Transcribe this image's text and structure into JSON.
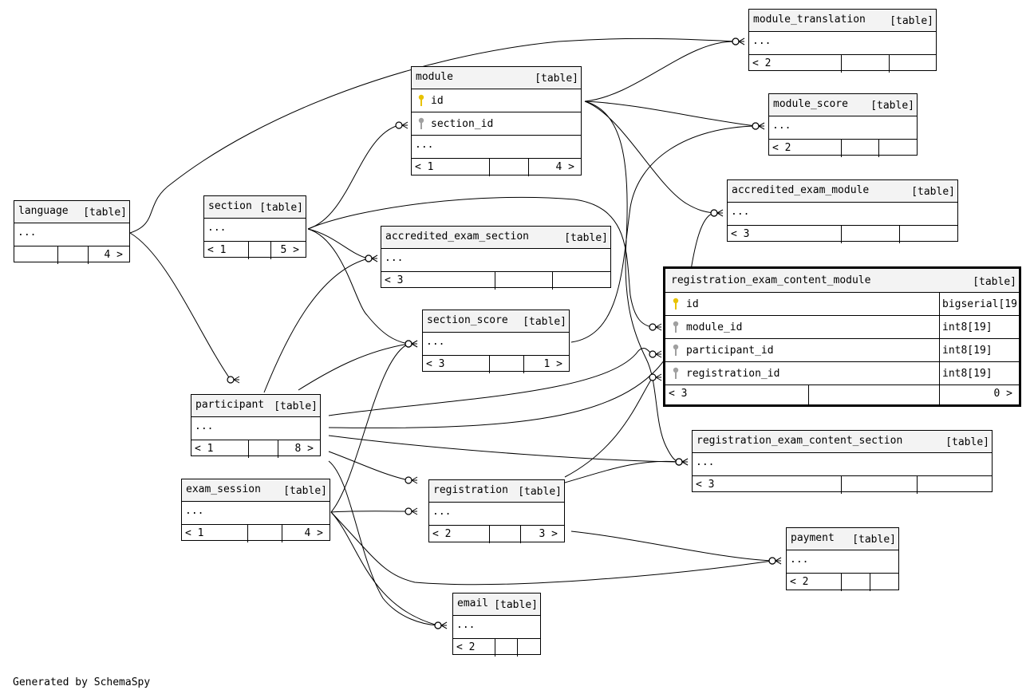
{
  "diagram": {
    "tag": "[table]",
    "ellipsis": "...",
    "footer_note": "Generated by SchemaSpy",
    "key_colors": {
      "primary": "#e8c200",
      "foreign": "#a0a0a0"
    },
    "tables": {
      "module_translation": {
        "name": "module_translation",
        "parents": "< 2",
        "children": ""
      },
      "module": {
        "name": "module",
        "parents": "< 1",
        "children": "4 >",
        "columns": [
          {
            "name": "id",
            "key": "primary"
          },
          {
            "name": "section_id",
            "key": "foreign"
          }
        ]
      },
      "module_score": {
        "name": "module_score",
        "parents": "< 2",
        "children": ""
      },
      "accredited_exam_module": {
        "name": "accredited_exam_module",
        "parents": "< 3",
        "children": ""
      },
      "language": {
        "name": "language",
        "parents": "",
        "children": "4 >"
      },
      "section": {
        "name": "section",
        "parents": "< 1",
        "children": "5 >"
      },
      "accredited_exam_section": {
        "name": "accredited_exam_section",
        "parents": "< 3",
        "children": ""
      },
      "registration_exam_content_module": {
        "name": "registration_exam_content_module",
        "parents": "< 3",
        "children": "0 >",
        "columns": [
          {
            "name": "id",
            "type": "bigserial[19",
            "key": "primary"
          },
          {
            "name": "module_id",
            "type": "int8[19]",
            "key": "foreign"
          },
          {
            "name": "participant_id",
            "type": "int8[19]",
            "key": "foreign"
          },
          {
            "name": "registration_id",
            "type": "int8[19]",
            "key": "foreign"
          }
        ]
      },
      "section_score": {
        "name": "section_score",
        "parents": "< 3",
        "children": "1 >"
      },
      "participant": {
        "name": "participant",
        "parents": "< 1",
        "children": "8 >"
      },
      "registration_exam_content_section": {
        "name": "registration_exam_content_section",
        "parents": "< 3",
        "children": ""
      },
      "exam_session": {
        "name": "exam_session",
        "parents": "< 1",
        "children": "4 >"
      },
      "registration": {
        "name": "registration",
        "parents": "< 2",
        "children": "3 >"
      },
      "payment": {
        "name": "payment",
        "parents": "< 2",
        "children": ""
      },
      "email": {
        "name": "email",
        "parents": "< 2",
        "children": ""
      }
    }
  }
}
